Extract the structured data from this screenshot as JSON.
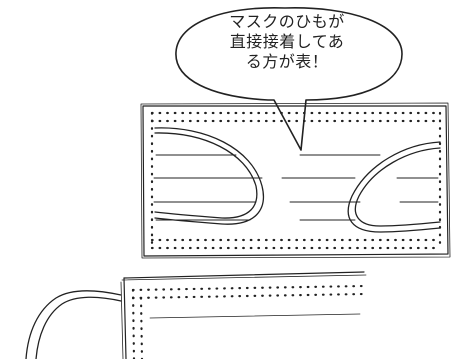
{
  "speech_bubble": {
    "lines": [
      "マスクのひもが",
      "直接接着してあ",
      "る方が表！"
    ]
  },
  "colors": {
    "ink": "#222222",
    "background": "#ffffff"
  }
}
